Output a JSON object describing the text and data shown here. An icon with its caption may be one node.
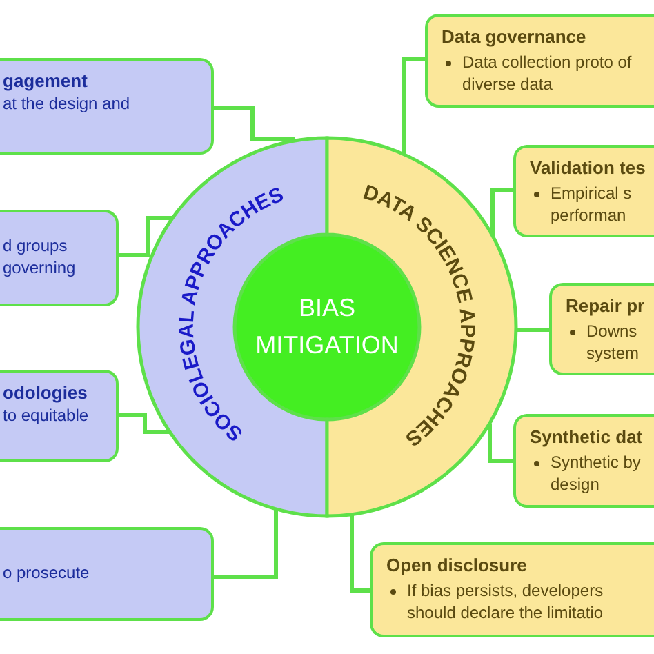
{
  "diagram": {
    "nodes": [
      {
        "text": [
          "BIAS MITIGATION"
        ]
      },
      {
        "text": [
          "SOCIOLEGAL APPROACHES"
        ]
      },
      {
        "text": [
          "DATA SCIENCE APPROACHES"
        ]
      },
      {
        "text": [
          "gagement",
          "at the design and"
        ]
      },
      {
        "text": [
          "d groups governing"
        ]
      },
      {
        "text": [
          "odologies",
          "to equitable"
        ]
      },
      {
        "text": [
          "o prosecute"
        ]
      },
      {
        "text": [
          "Data governance",
          "Data collection proto of diverse data"
        ]
      },
      {
        "text": [
          "Validation tes",
          "Empirical s performan"
        ]
      },
      {
        "text": [
          "Repair pr",
          "Downs system"
        ]
      },
      {
        "text": [
          "Synthetic dat",
          "Synthetic by design"
        ]
      },
      {
        "text": [
          "Open disclosure",
          "If bias persists, developers should declare the limitatio"
        ]
      }
    ],
    "edges": [
      {
        "from": 1,
        "to": 3,
        "arrow": "none"
      },
      {
        "from": 1,
        "to": 4,
        "arrow": "none"
      },
      {
        "from": 1,
        "to": 5,
        "arrow": "none"
      },
      {
        "from": 1,
        "to": 6,
        "arrow": "none"
      },
      {
        "from": 2,
        "to": 7,
        "arrow": "none"
      },
      {
        "from": 2,
        "to": 8,
        "arrow": "none"
      },
      {
        "from": 2,
        "to": 9,
        "arrow": "none"
      },
      {
        "from": 2,
        "to": 10,
        "arrow": "none"
      },
      {
        "from": 2,
        "to": 11,
        "arrow": "none"
      }
    ]
  }
}
